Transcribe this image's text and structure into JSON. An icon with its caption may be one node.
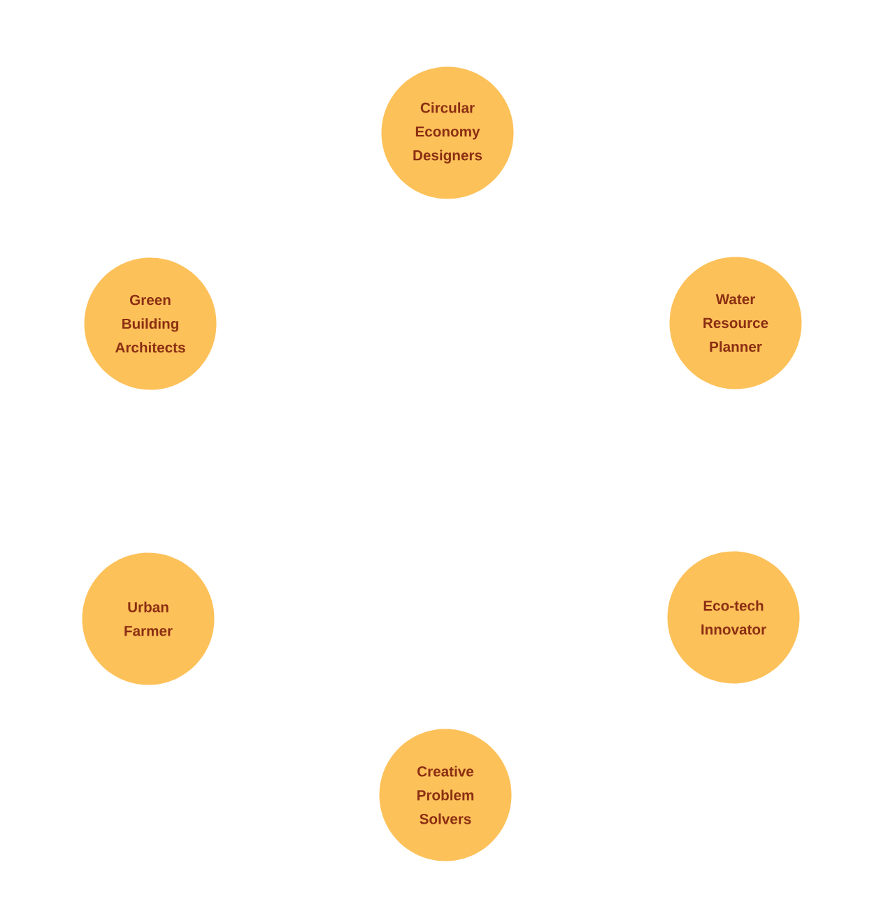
{
  "diagram": {
    "nodes": [
      {
        "text": [
          "Circular Economy Designers"
        ]
      },
      {
        "text": [
          "Green Building Architects"
        ]
      },
      {
        "text": [
          "Water Resource Planner"
        ]
      },
      {
        "text": [
          "Urban Farmer"
        ]
      },
      {
        "text": [
          "Eco-tech Innovator"
        ]
      },
      {
        "text": [
          "Creative Problem Solvers"
        ]
      }
    ]
  }
}
